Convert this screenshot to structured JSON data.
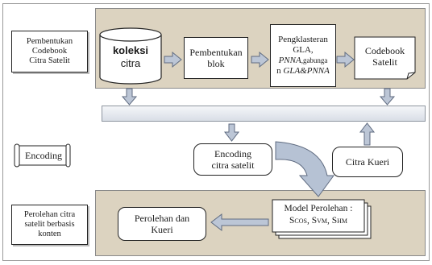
{
  "top_label": {
    "lines": [
      "Pembentukan",
      "Codebook",
      "Citra Satelit"
    ]
  },
  "koleksi": {
    "line1": "koleksi",
    "line2": "citra"
  },
  "pembentukan_blok": {
    "line1": "Pembentukan",
    "line2": "blok"
  },
  "pengklasteran": {
    "line1": "Pengklasteran",
    "line2": "GLA,",
    "line3a": "PNNA",
    "line3b": ",gabunga",
    "line4a": "n ",
    "line4b": "GLA&PNNA"
  },
  "codebook": {
    "line1": "Codebook",
    "line2": "Satelit"
  },
  "encoding_label": "Encoding",
  "encoding_box": {
    "line1": "Encoding",
    "line2": "citra satelit"
  },
  "citra_kueri": "Citra Kueri",
  "bottom_label": {
    "lines": [
      "Perolehan citra",
      "satelit berbasis",
      "konten"
    ]
  },
  "perolehan": {
    "line1": "Perolehan dan",
    "line2": "Kueri"
  },
  "model": {
    "line1": "Model Perolehan :",
    "m1": "S",
    "m1s": "COS",
    "m2": "S",
    "m2s": "VM",
    "m3": "S",
    "m3s": "HM",
    "sep": ", "
  },
  "colors": {
    "panel": "#dcd3c0",
    "bar": "#dfe3ea",
    "arrow": "#bcc6d6",
    "arrow_stroke": "#5f6b80"
  }
}
